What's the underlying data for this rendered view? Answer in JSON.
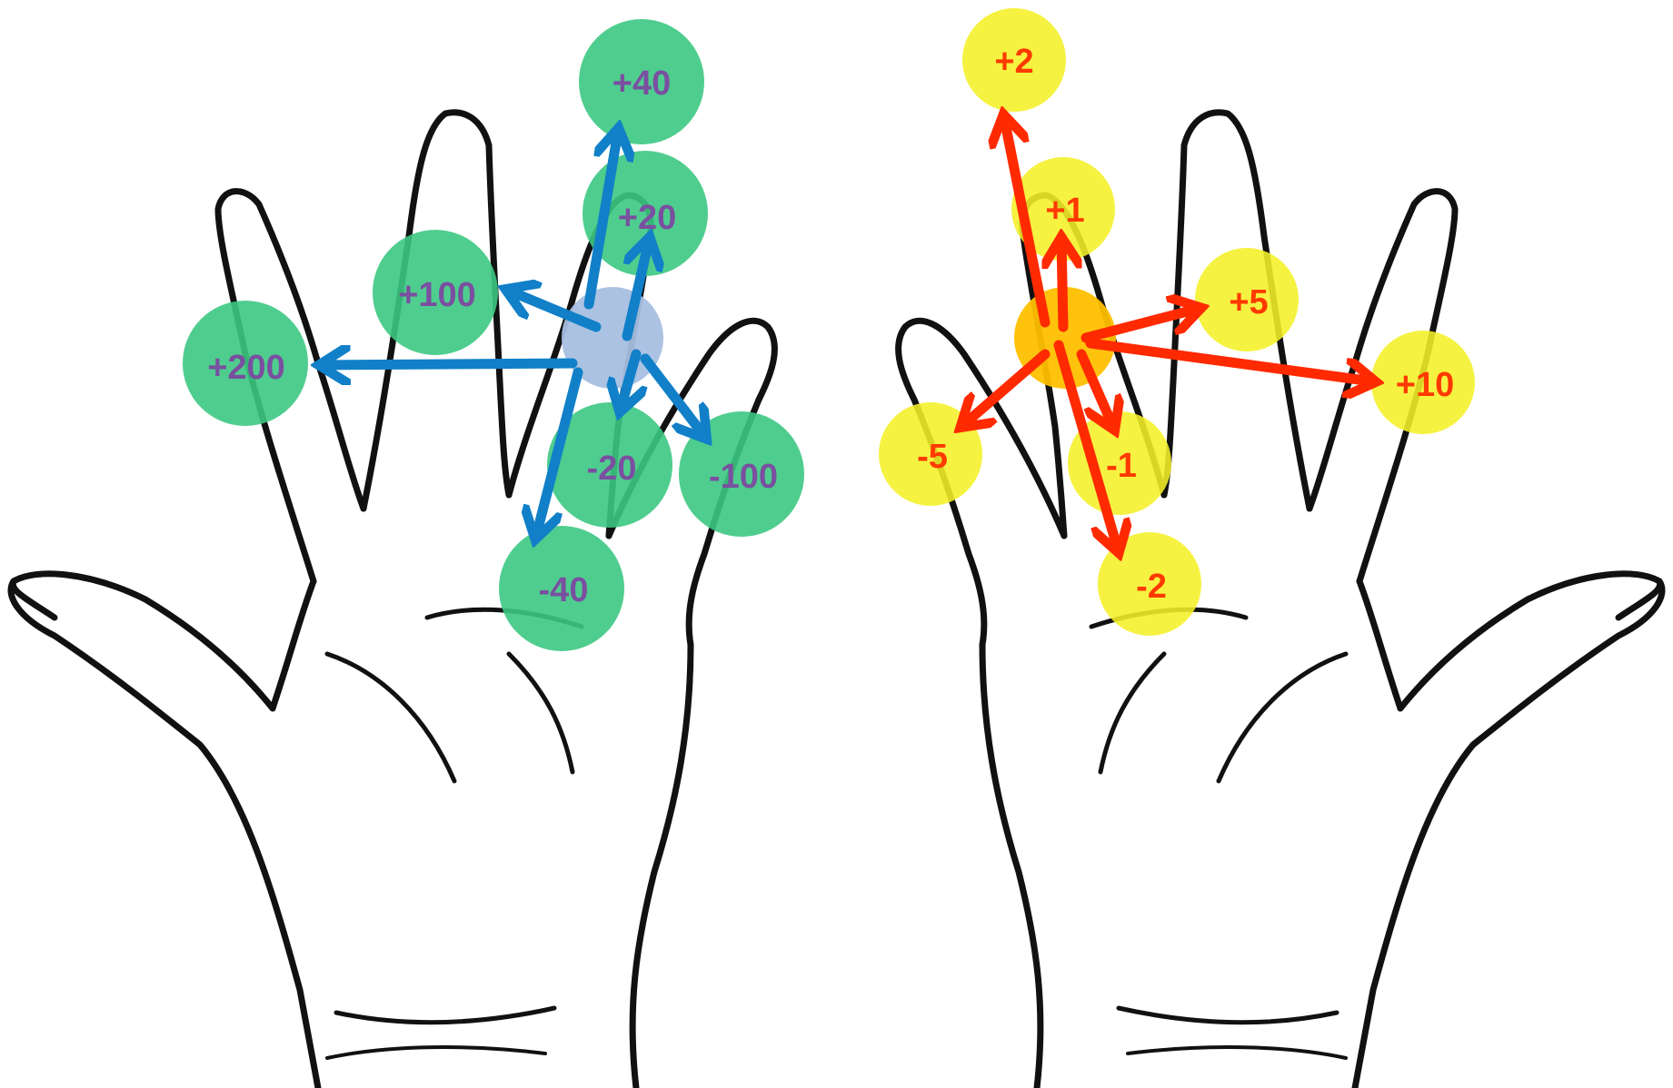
{
  "colors": {
    "outline": "#111111",
    "left_target_fill": "#3cc882",
    "left_center_fill": "#a6bfe0",
    "left_arrow": "#1180c8",
    "left_text": "#7a4fa0",
    "right_target_fill": "#f5f028",
    "right_center_fill": "#ffc000",
    "right_arrow": "#ff2a00",
    "right_text": "#ff3a00"
  },
  "left_hand": {
    "center_icon": "origin-circle",
    "targets": [
      {
        "id": "plus-40",
        "label": "+40"
      },
      {
        "id": "plus-20",
        "label": "+20"
      },
      {
        "id": "plus-100",
        "label": "+100"
      },
      {
        "id": "plus-200",
        "label": "+200"
      },
      {
        "id": "minus-20",
        "label": "-20"
      },
      {
        "id": "minus-100",
        "label": "-100"
      },
      {
        "id": "minus-40",
        "label": "-40"
      }
    ]
  },
  "right_hand": {
    "center_icon": "origin-circle",
    "targets": [
      {
        "id": "plus-2",
        "label": "+2"
      },
      {
        "id": "plus-1",
        "label": "+1"
      },
      {
        "id": "plus-5",
        "label": "+5"
      },
      {
        "id": "plus-10",
        "label": "+10"
      },
      {
        "id": "minus-5",
        "label": "-5"
      },
      {
        "id": "minus-1",
        "label": "-1"
      },
      {
        "id": "minus-2",
        "label": "-2"
      }
    ]
  }
}
